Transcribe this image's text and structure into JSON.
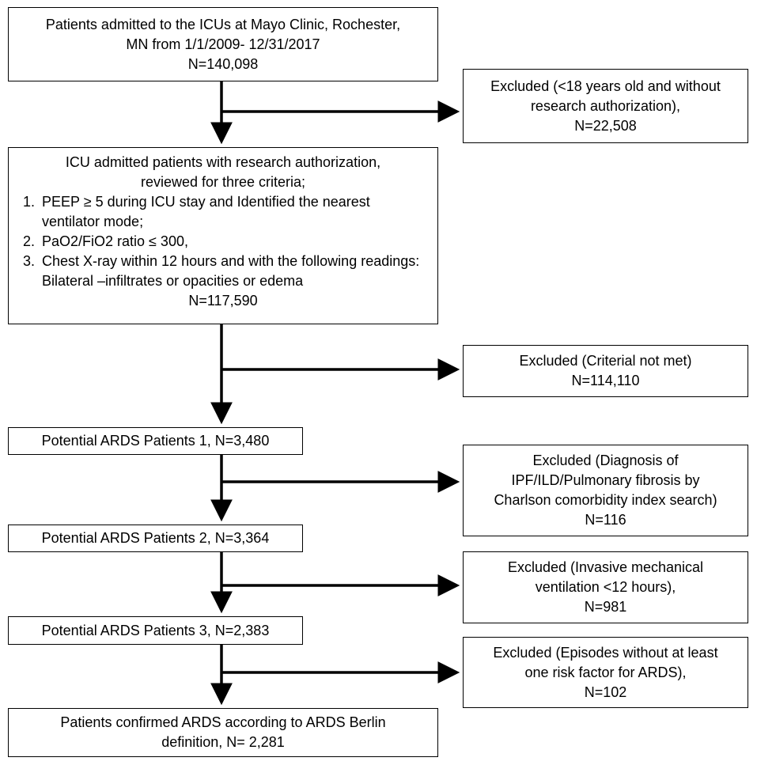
{
  "main_boxes": {
    "admitted": {
      "lines": [
        "Patients admitted to the ICUs at Mayo Clinic, Rochester,",
        "MN from 1/1/2009- 12/31/2017",
        "N=140,098"
      ]
    },
    "authorized": {
      "intro": [
        "ICU admitted patients with research authorization,",
        "reviewed for three criteria;"
      ],
      "criteria": [
        "PEEP ≥ 5 during ICU stay and Identified the nearest ventilator mode;",
        "PaO2/FiO2 ratio ≤ 300,",
        "Chest X-ray within 12 hours and with the following readings: Bilateral –infiltrates or opacities  or edema"
      ],
      "count": "N=117,590"
    },
    "potential1": {
      "lines": [
        "Potential ARDS Patients 1, N=3,480"
      ]
    },
    "potential2": {
      "lines": [
        "Potential ARDS Patients 2, N=3,364"
      ]
    },
    "potential3": {
      "lines": [
        "Potential ARDS Patients 3, N=2,383"
      ]
    },
    "confirmed": {
      "lines": [
        "Patients confirmed ARDS according to ARDS Berlin",
        "definition, N= 2,281"
      ]
    }
  },
  "excluded_boxes": {
    "ex1": {
      "lines": [
        "Excluded (<18 years old and without",
        "research authorization),",
        "N=22,508"
      ]
    },
    "ex2": {
      "lines": [
        "Excluded (Criterial not met)",
        "N=114,110"
      ]
    },
    "ex3": {
      "lines": [
        "Excluded (Diagnosis of",
        "IPF/ILD/Pulmonary fibrosis by",
        "Charlson comorbidity index search)",
        "N=116"
      ]
    },
    "ex4": {
      "lines": [
        "Excluded  (Invasive mechanical",
        "ventilation <12 hours),",
        "N=981"
      ]
    },
    "ex5": {
      "lines": [
        "Excluded (Episodes without at least",
        "one risk factor for ARDS),",
        "N=102"
      ]
    }
  }
}
